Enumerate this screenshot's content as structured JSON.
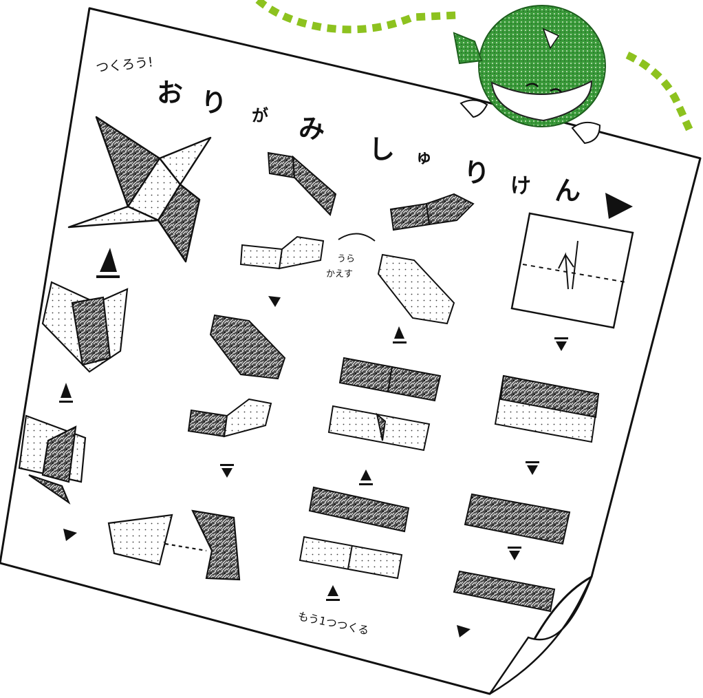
{
  "page": {
    "header": "つくろう!",
    "title_chars": [
      "お",
      "り",
      "が",
      "み",
      "し",
      "ゅ",
      "り",
      "け",
      "ん"
    ],
    "step_note_line1": "うら",
    "step_note_line2": "かえす",
    "footer": "もう1つつくる"
  },
  "colors": {
    "dotted_path": "#8dc21f",
    "mascot_green": "#2e8b2e",
    "ink": "#111111",
    "paper": "#ffffff"
  },
  "icons": [
    "shuriken-icon",
    "ninja-mascot-icon",
    "arrow-icon",
    "fold-arrow-icon"
  ]
}
